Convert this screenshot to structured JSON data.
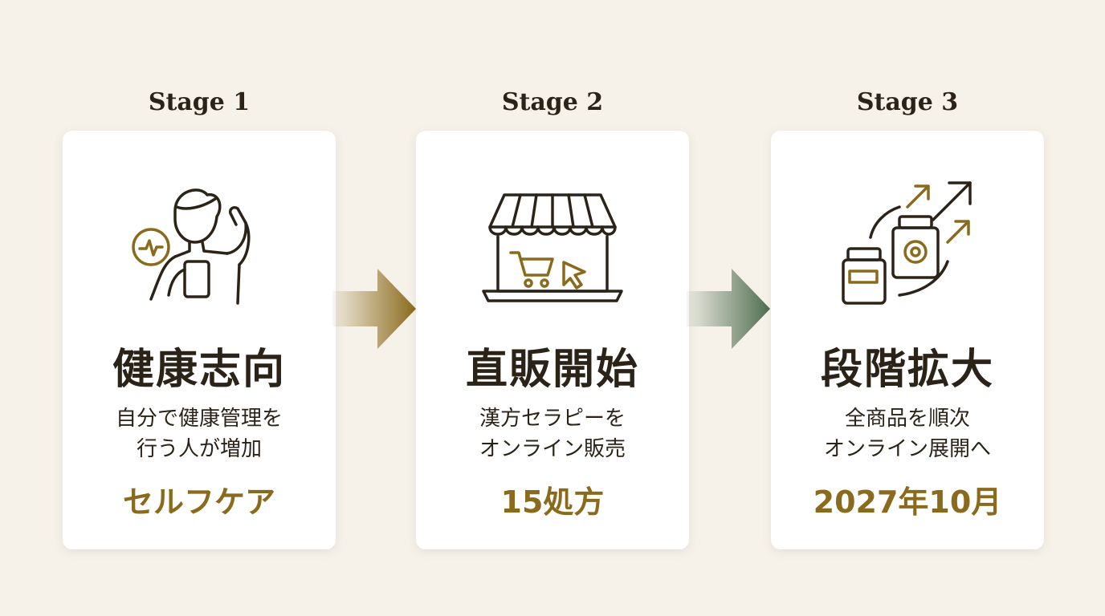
{
  "stages": [
    {
      "label": "Stage 1",
      "icon": "person-flexing-icon",
      "headline": "健康志向",
      "desc_line1": "自分で健康管理を",
      "desc_line2": "行う人が増加",
      "highlight": "セルフケア"
    },
    {
      "label": "Stage 2",
      "icon": "online-shop-icon",
      "headline": "直販開始",
      "desc_line1": "漢方セラピーを",
      "desc_line2": "オンライン販売",
      "highlight": "15処方"
    },
    {
      "label": "Stage 3",
      "icon": "products-growth-icon",
      "headline": "段階拡大",
      "desc_line1": "全商品を順次",
      "desc_line2": "オンライン展開へ",
      "highlight": "2027年10月"
    }
  ],
  "colors": {
    "accent_gold": "#8a6a1c",
    "arrow_gold": "#8a6a1c",
    "arrow_green": "#4f6e50",
    "text_dark": "#2b2318",
    "background": "#f6f2ea"
  }
}
